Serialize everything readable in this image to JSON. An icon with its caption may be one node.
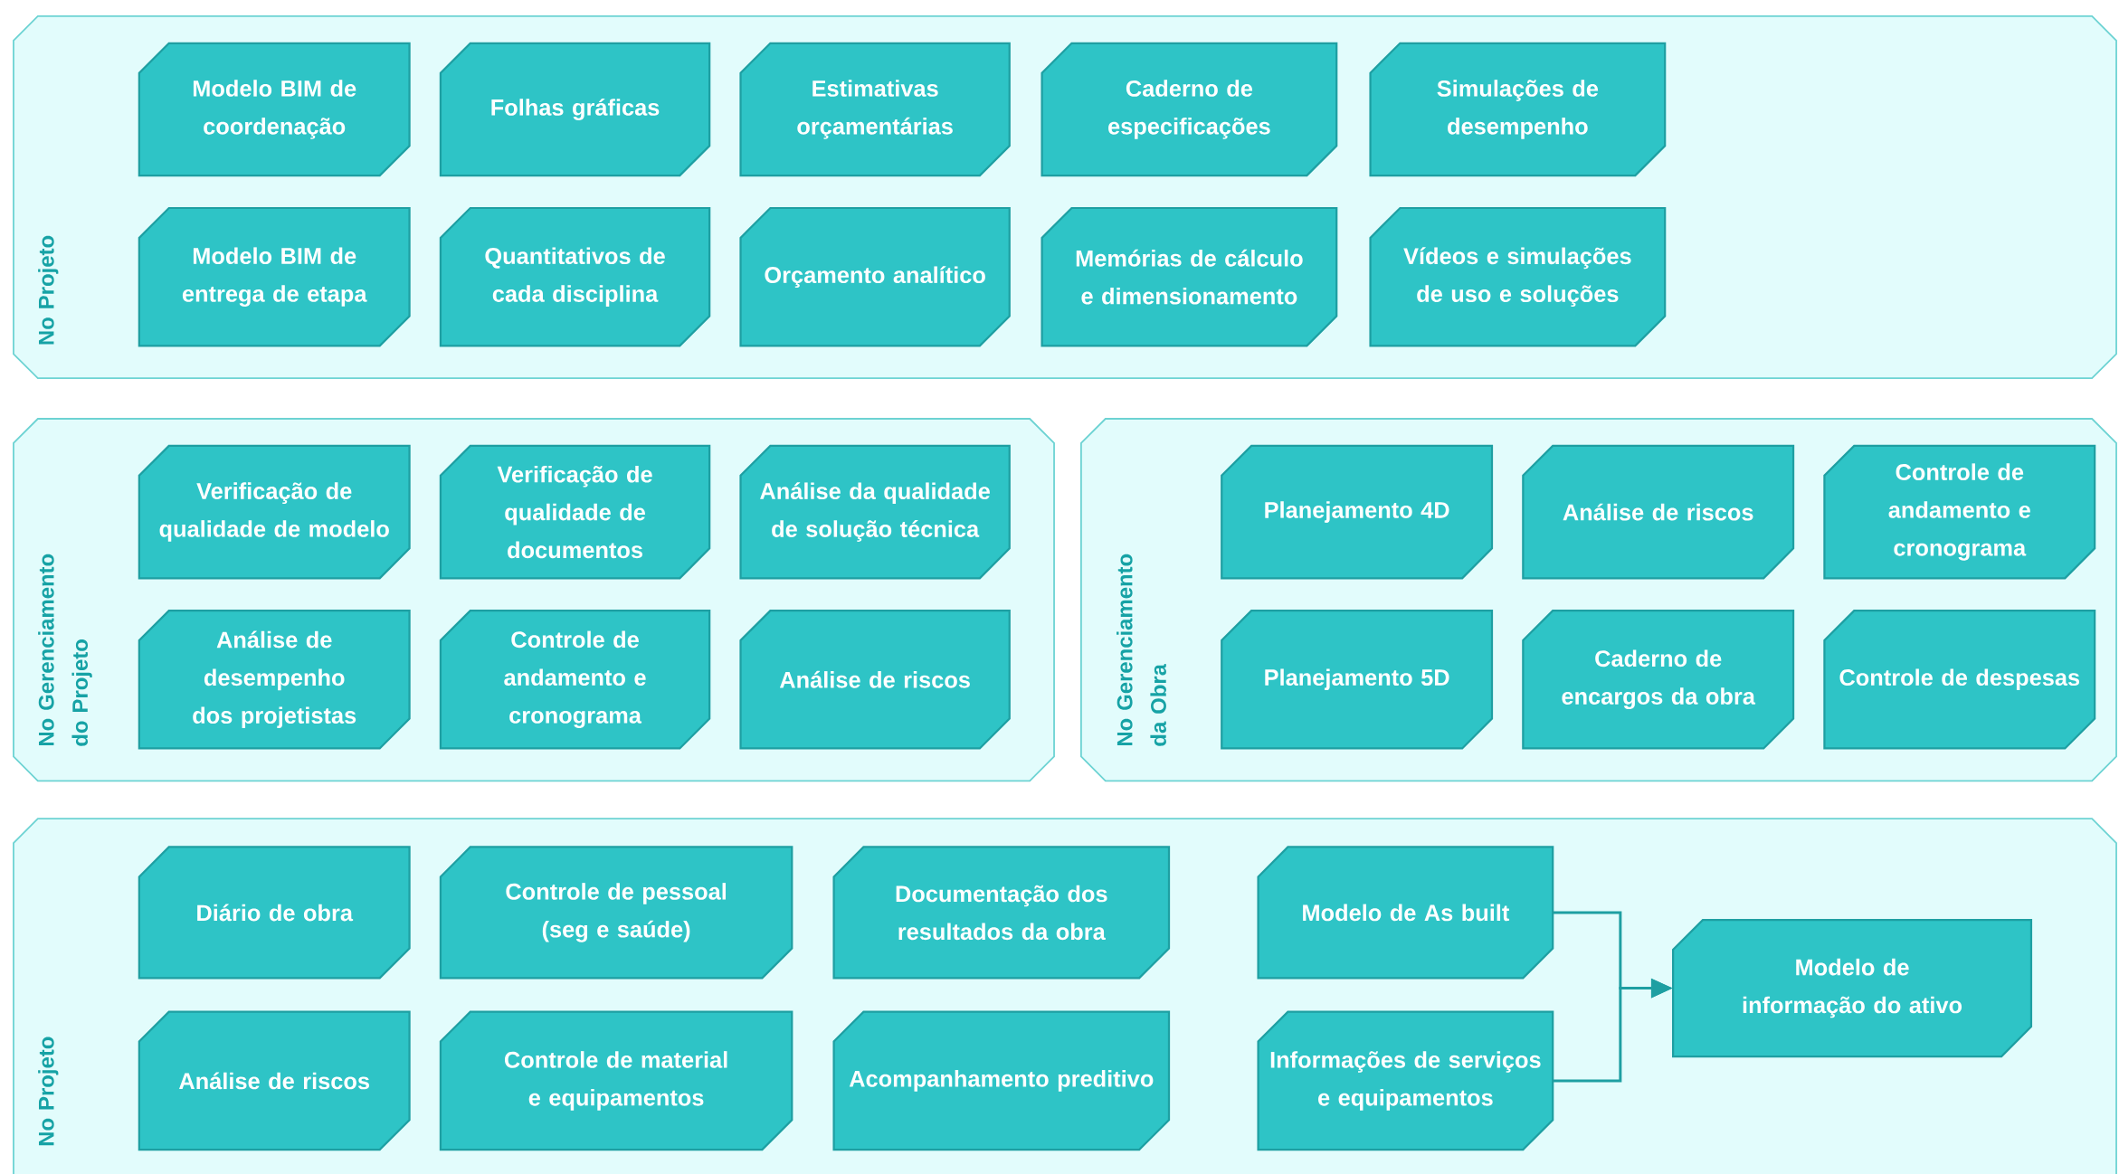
{
  "diagram": {
    "nodes": [
      {
        "text": [
          "No Projeto"
        ]
      },
      {
        "text": [
          "Modelo BIM de coordenação"
        ],
        "in": 0
      },
      {
        "text": [
          "Folhas gráficas"
        ],
        "in": 0
      },
      {
        "text": [
          "Estimativas orçamentárias"
        ],
        "in": 0
      },
      {
        "text": [
          "Caderno de especificações"
        ],
        "in": 0
      },
      {
        "text": [
          "Simulações de desempenho"
        ],
        "in": 0
      },
      {
        "text": [
          "Modelo BIM de entrega de etapa"
        ],
        "in": 0
      },
      {
        "text": [
          "Quantitativos de cada disciplina"
        ],
        "in": 0
      },
      {
        "text": [
          "Orçamento analítico"
        ],
        "in": 0
      },
      {
        "text": [
          "Memórias de cálculo e dimensionamento"
        ],
        "in": 0
      },
      {
        "text": [
          "Vídeos e simulações de uso e soluções"
        ],
        "in": 0
      },
      {
        "text": [
          "No Gerenciamento do Projeto"
        ]
      },
      {
        "text": [
          "Verificação de qualidade de modelo"
        ],
        "in": 11
      },
      {
        "text": [
          "Verificação de qualidade de documentos"
        ],
        "in": 11
      },
      {
        "text": [
          "Análise da qualidade de solução técnica"
        ],
        "in": 11
      },
      {
        "text": [
          "Análise de desempenho dos projetistas"
        ],
        "in": 11
      },
      {
        "text": [
          "Controle de andamento e cronograma"
        ],
        "in": 11
      },
      {
        "text": [
          "Análise de riscos"
        ],
        "in": 11
      },
      {
        "text": [
          "No Gerenciamento da Obra"
        ]
      },
      {
        "text": [
          "Planejamento 4D"
        ],
        "in": 18
      },
      {
        "text": [
          "Análise de riscos"
        ],
        "in": 18
      },
      {
        "text": [
          "Controle de andamento e cronograma"
        ],
        "in": 18
      },
      {
        "text": [
          "Planejamento 5D"
        ],
        "in": 18
      },
      {
        "text": [
          "Caderno de encargos da obra"
        ],
        "in": 18
      },
      {
        "text": [
          "Controle de despesas"
        ],
        "in": 18
      },
      {
        "text": [
          "No Projeto"
        ]
      },
      {
        "text": [
          "Diário de obra"
        ],
        "in": 25
      },
      {
        "text": [
          "Controle de pessoal (seg e saúde)"
        ],
        "in": 25
      },
      {
        "text": [
          "Documentação dos resultados da obra"
        ],
        "in": 25
      },
      {
        "text": [
          "Modelo de As built"
        ],
        "in": 25
      },
      {
        "text": [
          "Modelo de informação do ativo"
        ],
        "in": 25
      },
      {
        "text": [
          "Análise de riscos"
        ],
        "in": 25
      },
      {
        "text": [
          "Controle de material e equipamentos"
        ],
        "in": 25
      },
      {
        "text": [
          "Acompanhamento preditivo"
        ],
        "in": 25
      },
      {
        "text": [
          "Informações de serviços e equipamentos"
        ],
        "in": 25
      }
    ],
    "edges": [
      {
        "from": 29,
        "to": 30,
        "arrow": "to"
      },
      {
        "from": 34,
        "to": 30,
        "arrow": "to"
      }
    ]
  }
}
